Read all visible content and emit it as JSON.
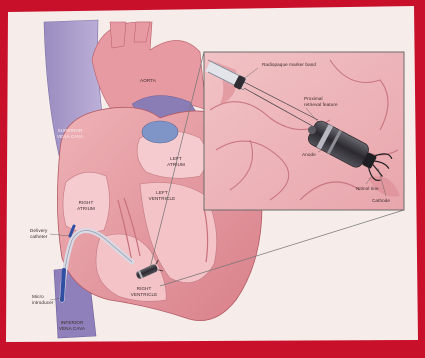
{
  "labels": {
    "aorta": "AORTA",
    "svc_1": "SUPERIOR",
    "svc_2": "VENA CAVA",
    "la_1": "LEFT",
    "la_2": "ATRIUM",
    "ra_1": "RIGHT",
    "ra_2": "ATRIUM",
    "lv_1": "LEFT",
    "lv_2": "VENTRICLE",
    "rv_1": "RIGHT",
    "rv_2": "VENTRICLE",
    "ivc_1": "INFERIOR",
    "ivc_2": "VENA CAVA",
    "delivery_1": "Delivery",
    "delivery_2": "catheter",
    "micro_1": "Micro",
    "micro_2": "introducer",
    "marker_band": "Radiopaque marker band",
    "fixation_1": "Proximal",
    "fixation_2": "retrieval feature",
    "anode": "Anode",
    "nitinol": "Nitinol tine",
    "cathode": "Cathode"
  },
  "colors": {
    "background_red": "#c8102b",
    "card": "#f6ecea",
    "heart_pink": "#e7a1a8",
    "chamber": "#f4c9cc",
    "vein_purple": "#a99ac7",
    "device_dark": "#2d2b30"
  }
}
